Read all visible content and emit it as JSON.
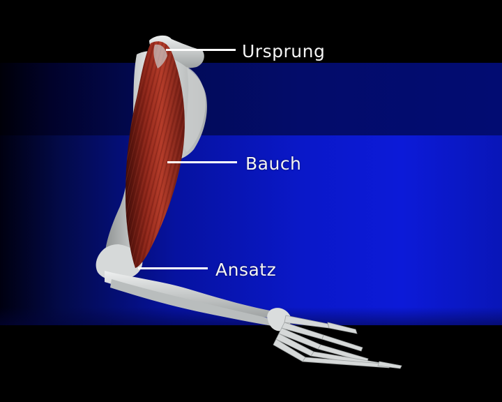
{
  "labels": {
    "origin": "Ursprung",
    "belly": "Bauch",
    "insertion": "Ansatz"
  },
  "colors": {
    "background": "#000000",
    "band": "#0a18c8",
    "bone": "#d9dcdc",
    "muscle": "#9a2a1e",
    "label": "#f4f4f4"
  }
}
